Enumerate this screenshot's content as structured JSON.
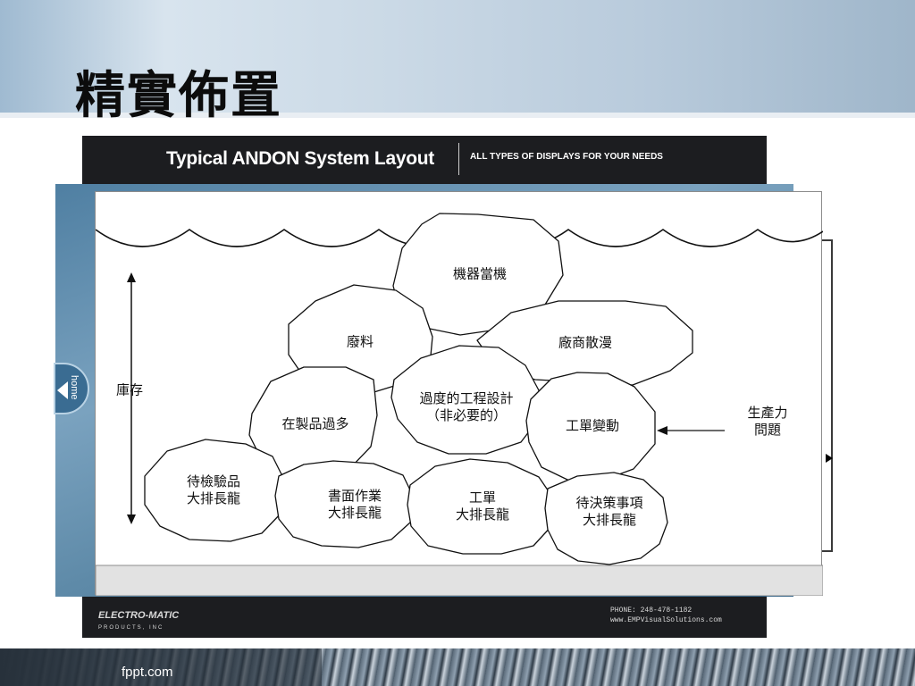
{
  "slide": {
    "title": "精實佈置",
    "footer": "fppt.com"
  },
  "poster": {
    "headline": "Typical ANDON System Layout",
    "tagline": "ALL TYPES OF DISPLAYS FOR YOUR NEEDS",
    "brand": "ELECTRO-MATIC",
    "brand_sub": "PRODUCTS, INC",
    "phone": "PHONE: 248-478-1182",
    "website": "www.EMPVisualSolutions.com",
    "home_tab": "home"
  },
  "diagram": {
    "axis_label": "庫存",
    "productivity_note": [
      "生產力",
      "問題"
    ],
    "rocks": [
      {
        "id": "machine-downtime",
        "lines": [
          "機器當機"
        ]
      },
      {
        "id": "scrap",
        "lines": [
          "廢料"
        ]
      },
      {
        "id": "vendor-delinquency",
        "lines": [
          "廠商散漫"
        ]
      },
      {
        "id": "over-engineering",
        "lines": [
          "過度的工程設計",
          "（非必要的）"
        ]
      },
      {
        "id": "wip-excess",
        "lines": [
          "在製品過多"
        ]
      },
      {
        "id": "work-order-changes",
        "lines": [
          "工單變動"
        ]
      },
      {
        "id": "inspection-backlog",
        "lines": [
          "待檢驗品",
          "大排長龍"
        ]
      },
      {
        "id": "paperwork-backlog",
        "lines": [
          "書面作業",
          "大排長龍"
        ]
      },
      {
        "id": "work-order-backlog",
        "lines": [
          "工單",
          "大排長龍"
        ]
      },
      {
        "id": "decision-backlog",
        "lines": [
          "待決策事項",
          "大排長龍"
        ]
      }
    ]
  }
}
